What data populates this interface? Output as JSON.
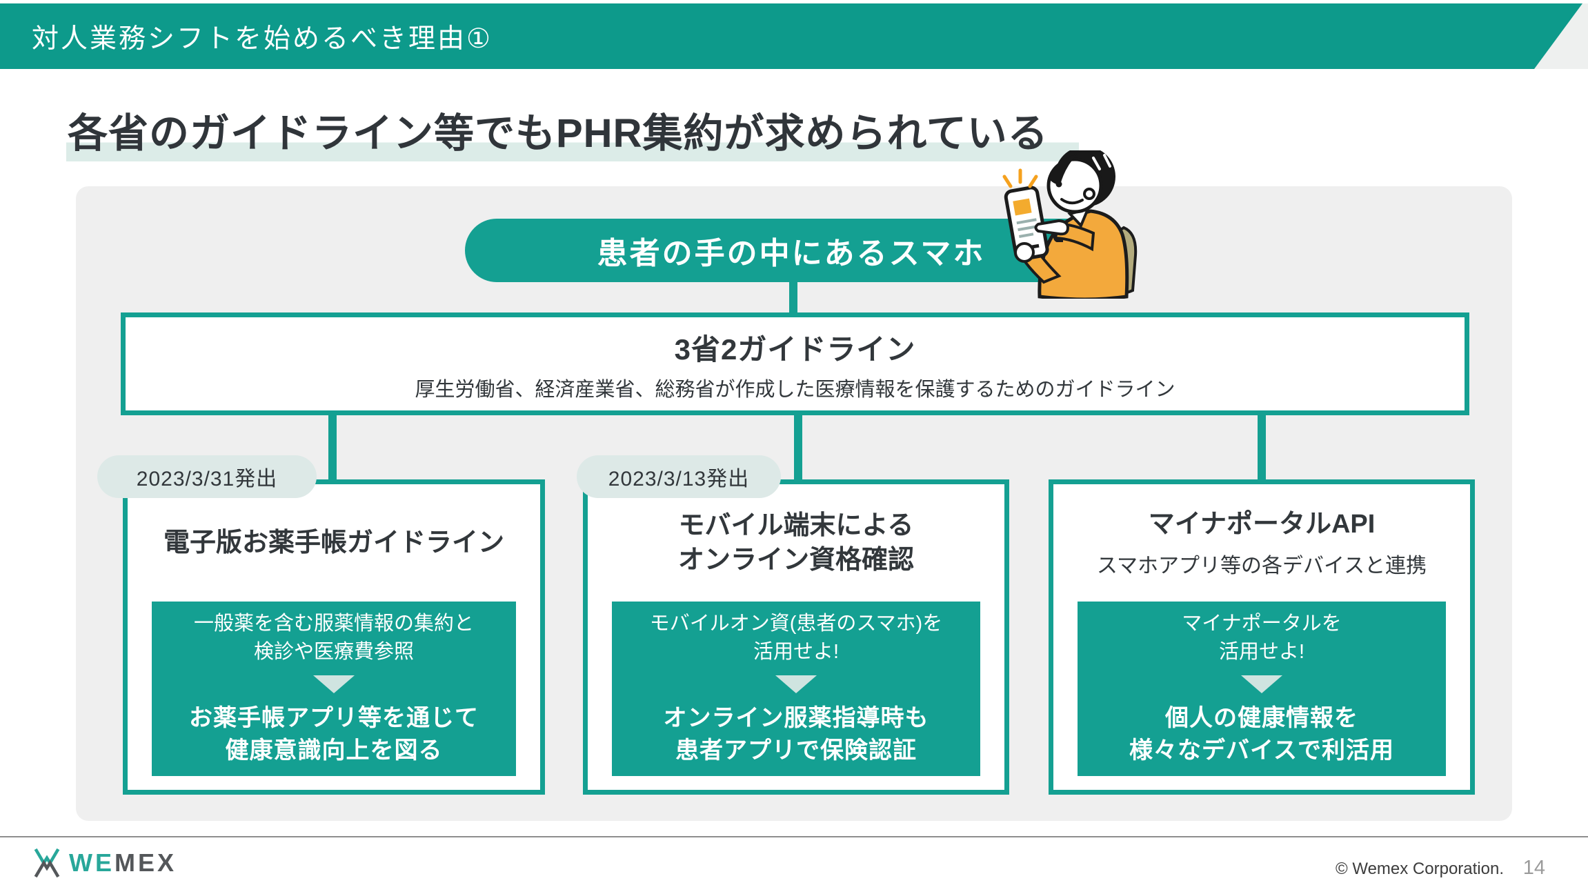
{
  "header": {
    "title": "対人業務シフトを始めるべき理由①"
  },
  "main": {
    "heading": "各省のガイドライン等でもPHR集約が求められている",
    "pill_label": "患者の手の中にあるスマホ",
    "root": {
      "title": "3省2ガイドライン",
      "subtitle": "厚生労働省、経済産業省、総務省が作成した医療情報を保護するためのガイドライン"
    },
    "cards": [
      {
        "badge": "2023/3/31発出",
        "title": "電子版お薬手帳ガイドライン",
        "note": "一般薬を含む服薬情報の集約と\n検診や医療費参照",
        "result": "お薬手帳アプリ等を通じて\n健康意識向上を図る"
      },
      {
        "badge": "2023/3/13発出",
        "title": "モバイル端末による\nオンライン資格確認",
        "note": "モバイルオン資(患者のスマホ)を\n活用せよ!",
        "result": "オンライン服薬指導時も\n患者アプリで保険認証"
      },
      {
        "title": "マイナポータルAPI",
        "subtitle": "スマホアプリ等の各デバイスと連携",
        "note": "マイナポータルを\n活用せよ!",
        "result": "個人の健康情報を\n様々なデバイスで利活用"
      }
    ]
  },
  "footer": {
    "logo_we": "WE",
    "logo_mex": "MEX",
    "copyright": "© Wemex Corporation.",
    "page_number": "14"
  },
  "icons": {
    "flow_step_arrow": "down-triangle",
    "illustration": "person-looking-at-smartphone",
    "logo_mark": "wemex-w-m-lattice"
  },
  "colors": {
    "header_teal": "#0d9a8b",
    "accent_teal": "#14a092",
    "panel_gray": "#efefef",
    "badge_bg": "#dde9e7",
    "heading_highlight": "#dcece8",
    "pale_triangle": "#cfe4e0",
    "text_dark": "#32373b"
  }
}
